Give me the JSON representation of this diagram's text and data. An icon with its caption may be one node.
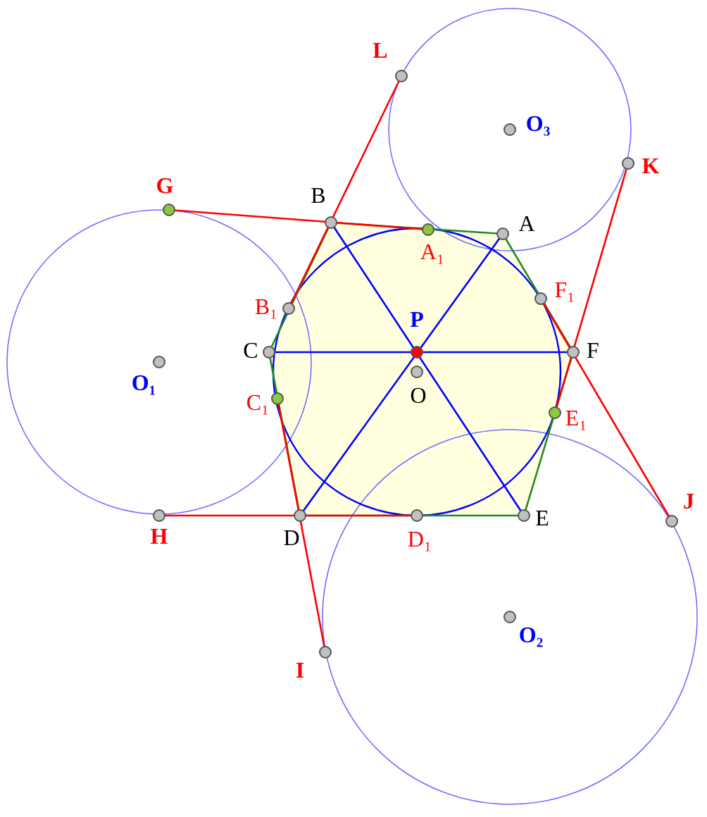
{
  "diagram": {
    "nodes": [
      {
        "text": [
          "L"
        ]
      },
      {
        "text": [
          "O₃"
        ]
      },
      {
        "text": [
          "K"
        ]
      },
      {
        "text": [
          "G"
        ]
      },
      {
        "text": [
          "B"
        ]
      },
      {
        "text": [
          "A"
        ]
      },
      {
        "text": [
          "A₁"
        ]
      },
      {
        "text": [
          "B₁"
        ]
      },
      {
        "text": [
          "F₁"
        ]
      },
      {
        "text": [
          "P"
        ]
      },
      {
        "text": [
          "C"
        ]
      },
      {
        "text": [
          "F"
        ]
      },
      {
        "text": [
          "O₁"
        ]
      },
      {
        "text": [
          "O"
        ]
      },
      {
        "text": [
          "C₁"
        ]
      },
      {
        "text": [
          "E₁"
        ]
      },
      {
        "text": [
          "J"
        ]
      },
      {
        "text": [
          "H"
        ]
      },
      {
        "text": [
          "D"
        ]
      },
      {
        "text": [
          "D₁"
        ]
      },
      {
        "text": [
          "E"
        ]
      },
      {
        "text": [
          "O₂"
        ]
      },
      {
        "text": [
          "I"
        ]
      }
    ],
    "edges": [
      {
        "from": 5,
        "to": 4,
        "arrow": "none"
      },
      {
        "from": 4,
        "to": 10,
        "arrow": "none"
      },
      {
        "from": 10,
        "to": 18,
        "arrow": "none"
      },
      {
        "from": 18,
        "to": 20,
        "arrow": "none"
      },
      {
        "from": 20,
        "to": 11,
        "arrow": "none"
      },
      {
        "from": 11,
        "to": 5,
        "arrow": "none"
      },
      {
        "from": 5,
        "to": 18,
        "arrow": "none",
        "color": "#0000ff"
      },
      {
        "from": 4,
        "to": 20,
        "arrow": "none",
        "color": "#0000ff"
      },
      {
        "from": 10,
        "to": 11,
        "arrow": "none",
        "color": "#0000ff"
      },
      {
        "from": 3,
        "to": 6,
        "arrow": "none",
        "color": "#ff0000"
      },
      {
        "from": 0,
        "to": 7,
        "arrow": "none",
        "color": "#ff0000"
      },
      {
        "from": 22,
        "to": 14,
        "arrow": "none",
        "color": "#ff0000"
      },
      {
        "from": 17,
        "to": 19,
        "arrow": "none",
        "color": "#ff0000"
      },
      {
        "from": 2,
        "to": 15,
        "arrow": "none",
        "color": "#ff0000"
      },
      {
        "from": 16,
        "to": 8,
        "arrow": "none",
        "color": "#ff0000"
      }
    ]
  }
}
